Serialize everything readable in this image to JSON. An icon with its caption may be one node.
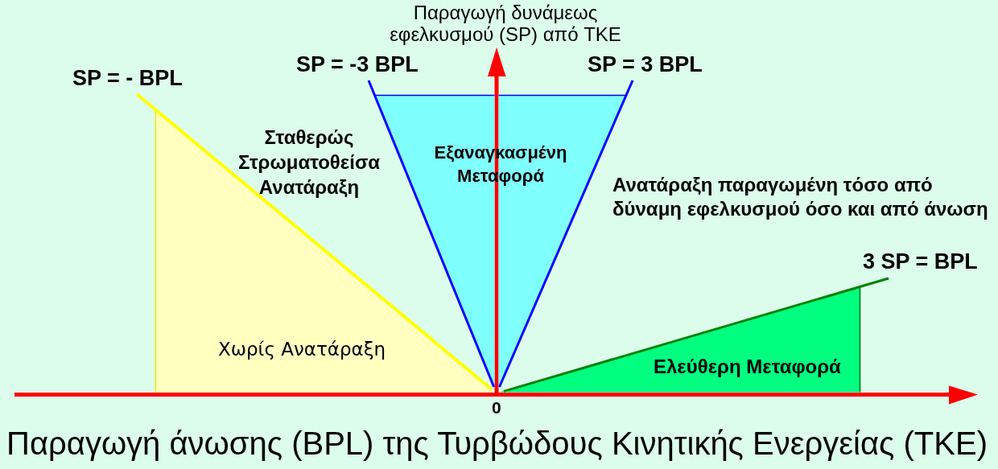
{
  "diagram": {
    "nodes": [
      {
        "text": [
          "Χωρίς Ανατάραξη"
        ]
      },
      {
        "text": [
          "Εξαναγκασμένη Μεταφορά"
        ]
      },
      {
        "text": [
          "Ελεύθερη Μεταφορά"
        ]
      }
    ],
    "labels": [
      "Παραγωγή δυνάμεως εφελκυσμού (SP) από TKE",
      "SP = - BPL",
      "SP = -3 BPL",
      "SP = 3 BPL",
      "Σταθερώς Στρωματοθείσα Ανατάραξη",
      "Ανατάραξη παραγωμένη τόσο από δύναμη εφελκυσμού όσο και από άνωση",
      "3 SP = BPL",
      "0",
      "Παραγωγή άνωσης (BPL) της Τυρβώδους Κινητικής Ενεργείας (TKE)"
    ]
  }
}
